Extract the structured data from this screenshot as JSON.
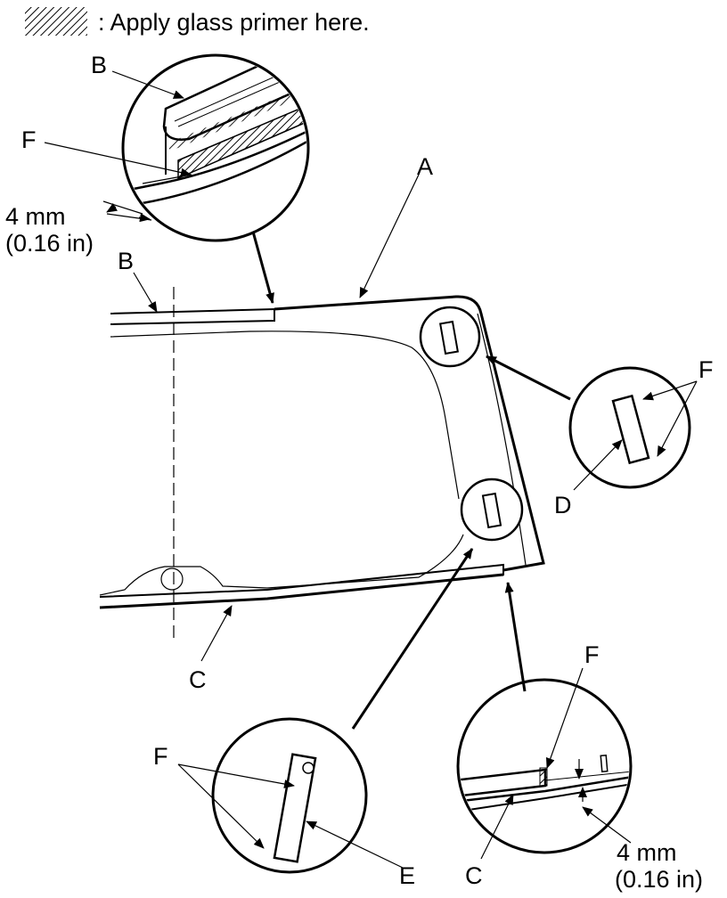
{
  "legend": {
    "text": ": Apply glass primer here."
  },
  "labels": {
    "A": "A",
    "B": "B",
    "C": "C",
    "D": "D",
    "E": "E",
    "F": "F"
  },
  "dimensions": {
    "gap_mm": "4 mm",
    "gap_in": "(0.16 in)"
  }
}
